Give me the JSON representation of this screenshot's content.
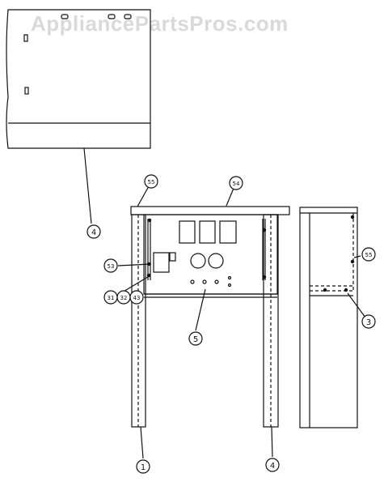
{
  "watermark": "AppliancePartsPros.com",
  "callouts": {
    "c1": "1",
    "c3": "3",
    "c4_top": "4",
    "c4_bottom": "4",
    "c5": "5",
    "c31": "31",
    "c32": "32",
    "c43": "43",
    "c53": "53",
    "c54": "54",
    "c55_left": "55",
    "c55_right": "55"
  }
}
